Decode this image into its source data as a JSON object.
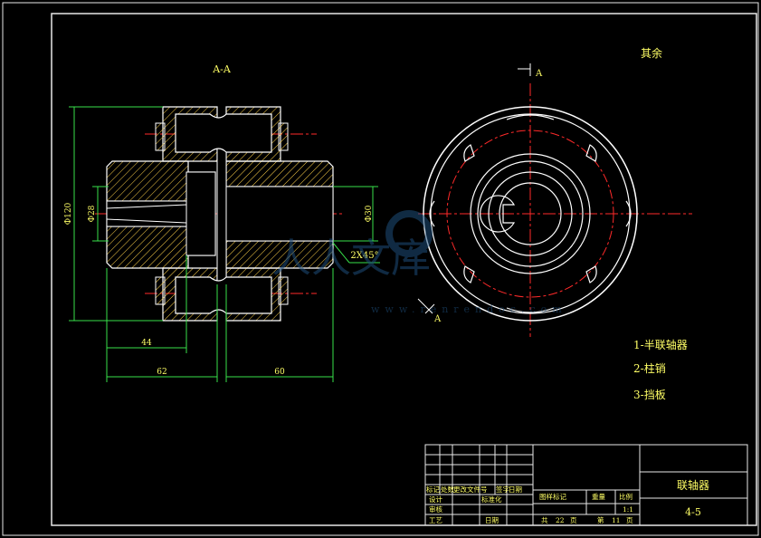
{
  "colors": {
    "background": "#000000",
    "outline": "#ffffff",
    "hatch": "#ffd24a",
    "centerline": "#ff2a2a",
    "dimension": "#37e14a",
    "text_yellow": "#ffff66",
    "frame": "#e8e8e8",
    "watermark": "#1e4e7a"
  },
  "views": {
    "section_label": "A-A",
    "section_arrow_label_top": "A",
    "section_arrow_label_bottom": "A",
    "surface_note": "其余"
  },
  "dimensions": {
    "outer_diameter": "Φ120",
    "bore_left": "Φ28",
    "bore_right": "Φ30",
    "chamfer": "2X45°",
    "len_hub": "44",
    "len_left": "62",
    "len_right": "60"
  },
  "parts": [
    {
      "label": "1-半联轴器"
    },
    {
      "label": "2-柱销"
    },
    {
      "label": "3-挡板"
    }
  ],
  "title_block": {
    "drawing_name": "联轴器",
    "drawing_number": "4-5",
    "row_labels": [
      "标记",
      "处数",
      "更改文件号",
      "签字",
      "日期"
    ],
    "designer": "设计",
    "standardization": "标准化",
    "checker": "审核",
    "process": "工艺",
    "date": "日期",
    "stage_mark": "图样标记",
    "weight": "重量",
    "scale": "比例",
    "scale_value": "1:1",
    "total": "共",
    "total_value": "22",
    "sheet": "第",
    "sheet_value": "11",
    "page_unit": "页"
  },
  "watermark": {
    "url": "www.renrendoc.com",
    "brand": "人人文库"
  }
}
